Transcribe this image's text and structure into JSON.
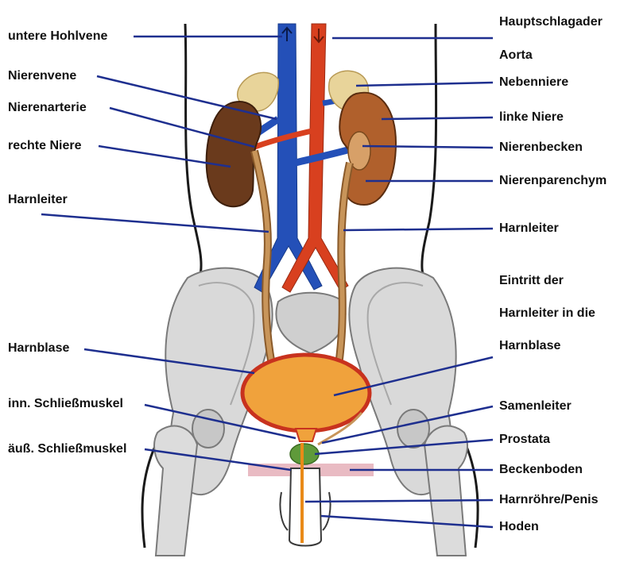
{
  "labels": {
    "untere_hohlvene": "untere Hohlvene",
    "nierenvene": "Nierenvene",
    "nierenarterie": "Nierenarterie",
    "rechte_niere": "rechte Niere",
    "harnleiter_left": "Harnleiter",
    "harnblase_left": "Harnblase",
    "inn_schliessmuskel": "inn. Schließmuskel",
    "aeuss_schliessmuskel": "äuß. Schließmuskel",
    "hauptschlagader": "Hauptschlagader",
    "aorta": "Aorta",
    "nebenniere": "Nebenniere",
    "linke_niere": "linke Niere",
    "nierenbecken": "Nierenbecken",
    "nierenparenchym": "Nierenparenchym",
    "harnleiter_right": "Harnleiter",
    "eintritt_1": "Eintritt der",
    "eintritt_2": "Harnleiter in die",
    "eintritt_3": "Harnblase",
    "samenleiter": "Samenleiter",
    "prostata": "Prostata",
    "beckenboden": "Beckenboden",
    "harnroehre": "Harnröhre/Penis",
    "hoden": "Hoden"
  },
  "colors": {
    "leader_line": "#1e2f8f",
    "vein": "#2450b8",
    "artery": "#d8401f",
    "kidney": "#8a4a22",
    "adrenal": "#e8d49a",
    "ureter": "#c8955a",
    "bladder": "#f0a23c",
    "bladder_rim": "#c8321e",
    "bone": "#d9d9d9",
    "prostate": "#5f9a3a",
    "pelvic_floor": "#e7b4bd"
  }
}
